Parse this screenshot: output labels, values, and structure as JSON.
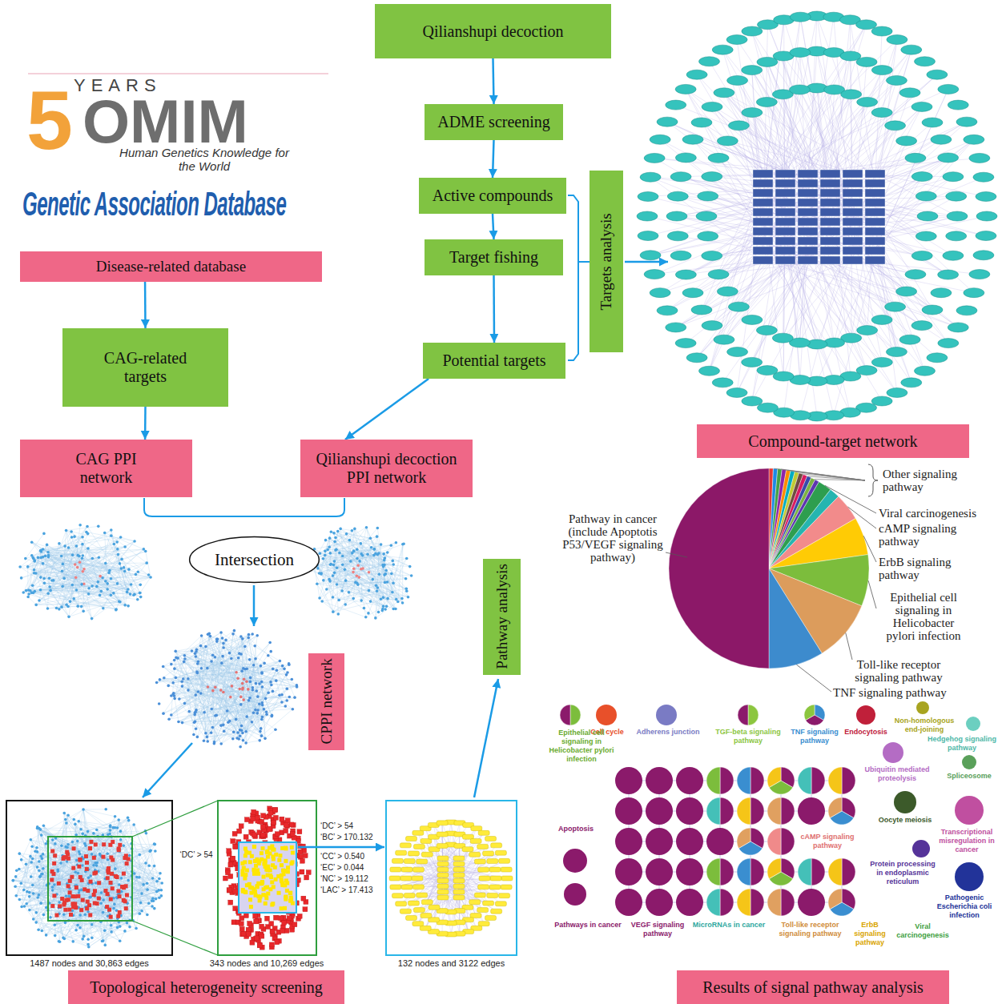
{
  "diagram": {
    "nodes": [
      {
        "text": [
          "Qilianshupi decoction"
        ]
      },
      {
        "text": [
          "ADME screening"
        ]
      },
      {
        "text": [
          "Active compounds"
        ]
      },
      {
        "text": [
          "Target fishing"
        ]
      },
      {
        "text": [
          "Targets analysis"
        ]
      },
      {
        "text": [
          "Disease-related database"
        ]
      },
      {
        "text": [
          "Potential targets"
        ]
      },
      {
        "text": [
          "CAG-related targets"
        ]
      },
      {
        "text": [
          "Compound-target network"
        ]
      },
      {
        "text": [
          "CAG PPI network"
        ]
      },
      {
        "text": [
          "Qilianshupi decoction PPI network"
        ]
      },
      {
        "text": [
          "Intersection"
        ]
      },
      {
        "text": [
          "Pathway analysis"
        ]
      },
      {
        "text": [
          "CPPI network"
        ]
      },
      {
        "text": [
          "Topological heterogeneity screening"
        ]
      },
      {
        "text": [
          "Results of signal pathway analysis"
        ]
      }
    ],
    "edges": [
      {
        "from": 0,
        "to": 1,
        "arrow": "to"
      },
      {
        "from": 1,
        "to": 2,
        "arrow": "to"
      },
      {
        "from": 2,
        "to": 3,
        "arrow": "to"
      },
      {
        "from": 3,
        "to": 6,
        "arrow": "to"
      },
      {
        "from": 5,
        "to": 7,
        "arrow": "to"
      },
      {
        "from": 7,
        "to": 9,
        "arrow": "to"
      },
      {
        "from": 6,
        "to": 10,
        "arrow": "to"
      }
    ],
    "labels": [
      "YEARS",
      "5",
      "OMIM",
      "Human Genetics Knowledge for the World",
      "Genetic Association Database",
      "1487 nodes and 30,863 edges",
      "343 nodes and 10,269 edges",
      "132 nodes and 3122 edges",
      "‘DC’ > 54",
      "‘DC’ > 54",
      "‘BC’ > 170.132",
      "‘CC’ > 0.540",
      "‘EC’ > 0.044",
      "‘NC’ > 19.112",
      "‘LAC’ > 17.413",
      "Pathway in cancer (include Apoptotis P53/VEGF signaling pathway)",
      "Other signaling pathway",
      "Viral carcinogenesis",
      "cAMP signaling pathway",
      "ErbB signaling pathway",
      "Epithelial cell signaling in Helicobacter pylori infection",
      "Toll-like receptor signaling pathway",
      "TNF signaling pathway",
      "Cell cycle",
      "Adherens junction",
      "TGF-beta signaling pathway",
      "TNF signaling pathway",
      "Endocytosis",
      "Non-homologous end-joining",
      "Hedgehog signaling pathway",
      "Epithelial cell signaling in Helicobacter pylori infection",
      "Ubiquitin mediated proteolysis",
      "Spliceosome",
      "Oocyte meiosis",
      "Apoptosis",
      "cAMP signaling pathway",
      "Transcriptional misregulation in cancer",
      "Protein processing in endoplasmic reticulum",
      "Pathogenic Escherichia coli infection",
      "Pathways in cancer",
      "VEGF signaling pathway",
      "MicroRNAs in cancer",
      "Toll-like receptor signaling pathway",
      "ErbB signaling pathway",
      "Viral carcinogenesis"
    ]
  }
}
